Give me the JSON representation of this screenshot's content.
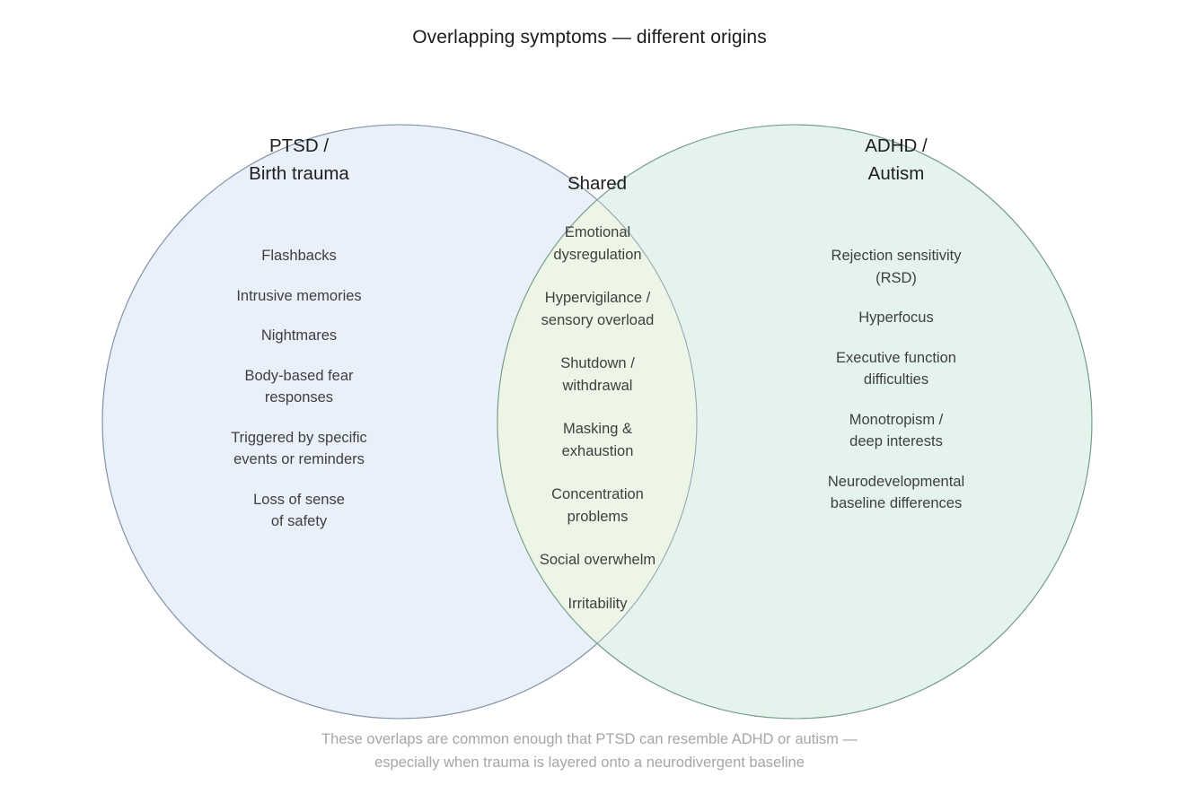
{
  "title": "Overlapping symptoms — different origins",
  "colors": {
    "left_fill": "#e8effa",
    "left_stroke": "#7d8fa5",
    "right_fill": "#e4f2ec",
    "right_stroke": "#6e9585",
    "overlap_tint": "#eef5e6",
    "title_color": "#1c1c1c",
    "item_color": "#3f3f3f",
    "footnote_color": "#a6a6a6",
    "background": "#ffffff"
  },
  "left": {
    "heading_line1": "PTSD /",
    "heading_line2": "Birth trauma",
    "items": [
      [
        "Flashbacks"
      ],
      [
        "Intrusive memories"
      ],
      [
        "Nightmares"
      ],
      [
        "Body-based fear",
        "responses"
      ],
      [
        "Triggered by specific",
        "events or reminders"
      ],
      [
        "Loss of sense",
        "of safety"
      ]
    ]
  },
  "right": {
    "heading_line1": "ADHD /",
    "heading_line2": "Autism",
    "items": [
      [
        "Rejection sensitivity",
        "(RSD)"
      ],
      [
        "Hyperfocus"
      ],
      [
        "Executive function",
        "difficulties"
      ],
      [
        "Monotropism /",
        "deep interests"
      ],
      [
        "Neurodevelopmental",
        "baseline differences"
      ]
    ]
  },
  "shared": {
    "heading": "Shared",
    "items": [
      [
        "Emotional",
        "dysregulation"
      ],
      [
        "Hypervigilance /",
        "sensory overload"
      ],
      [
        "Shutdown /",
        "withdrawal"
      ],
      [
        "Masking &",
        "exhaustion"
      ],
      [
        "Concentration",
        "problems"
      ],
      [
        "Social overwhelm"
      ],
      [
        "Irritability"
      ]
    ]
  },
  "footnote": {
    "line1": "These overlaps are common enough that PTSD can resemble ADHD or autism —",
    "line2": "especially when trauma is layered onto a neurodivergent baseline"
  }
}
